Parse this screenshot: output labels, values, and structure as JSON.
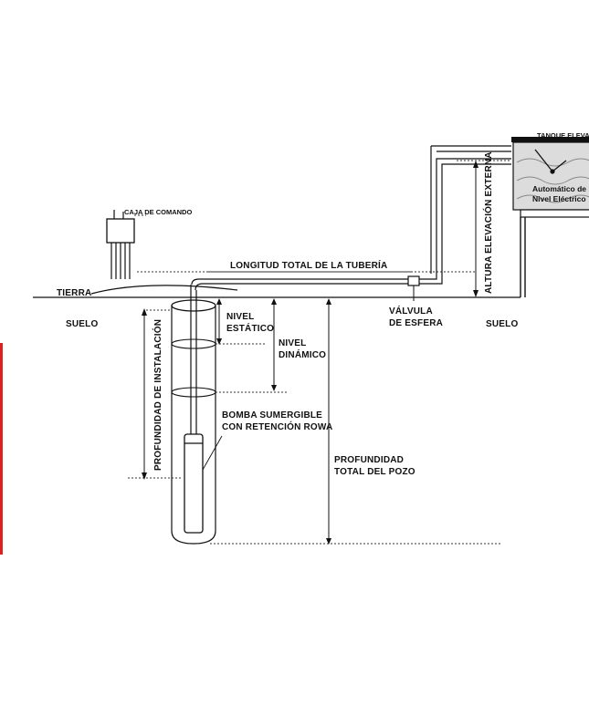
{
  "diagram": {
    "labels": {
      "control_box": "CAJA DE COMANDO",
      "ground_left": "TIERRA",
      "soil_left": "SUELO",
      "soil_right": "SUELO",
      "pipe_length": "LONGITUD TOTAL DE LA TUBERÍA",
      "valve_line1": "VÁLVULA",
      "valve_line2": "DE ESFERA",
      "static_line1": "NIVEL",
      "static_line2": "ESTÁTICO",
      "dynamic_line1": "NIVEL",
      "dynamic_line2": "DINÁMICO",
      "pump_line1": "BOMBA SUMERGIBLE",
      "pump_line2": "CON RETENCIÓN ROWA",
      "install_depth": "PROFUNDIDAD DE INSTALACIÓN",
      "total_depth_line1": "PROFUNDIDAD",
      "total_depth_line2": "TOTAL DEL POZO",
      "external_height": "ALTURA ELEVACIÓN EXTERNA",
      "tank_title": "TANQUE ELEVADO",
      "level_auto_line1": "Automático de",
      "level_auto_line2": "Nivel Eléctrico"
    },
    "colors": {
      "line": "#111111",
      "accent_edge": "#e02020",
      "tank_fill": "#dcdcdc"
    }
  }
}
